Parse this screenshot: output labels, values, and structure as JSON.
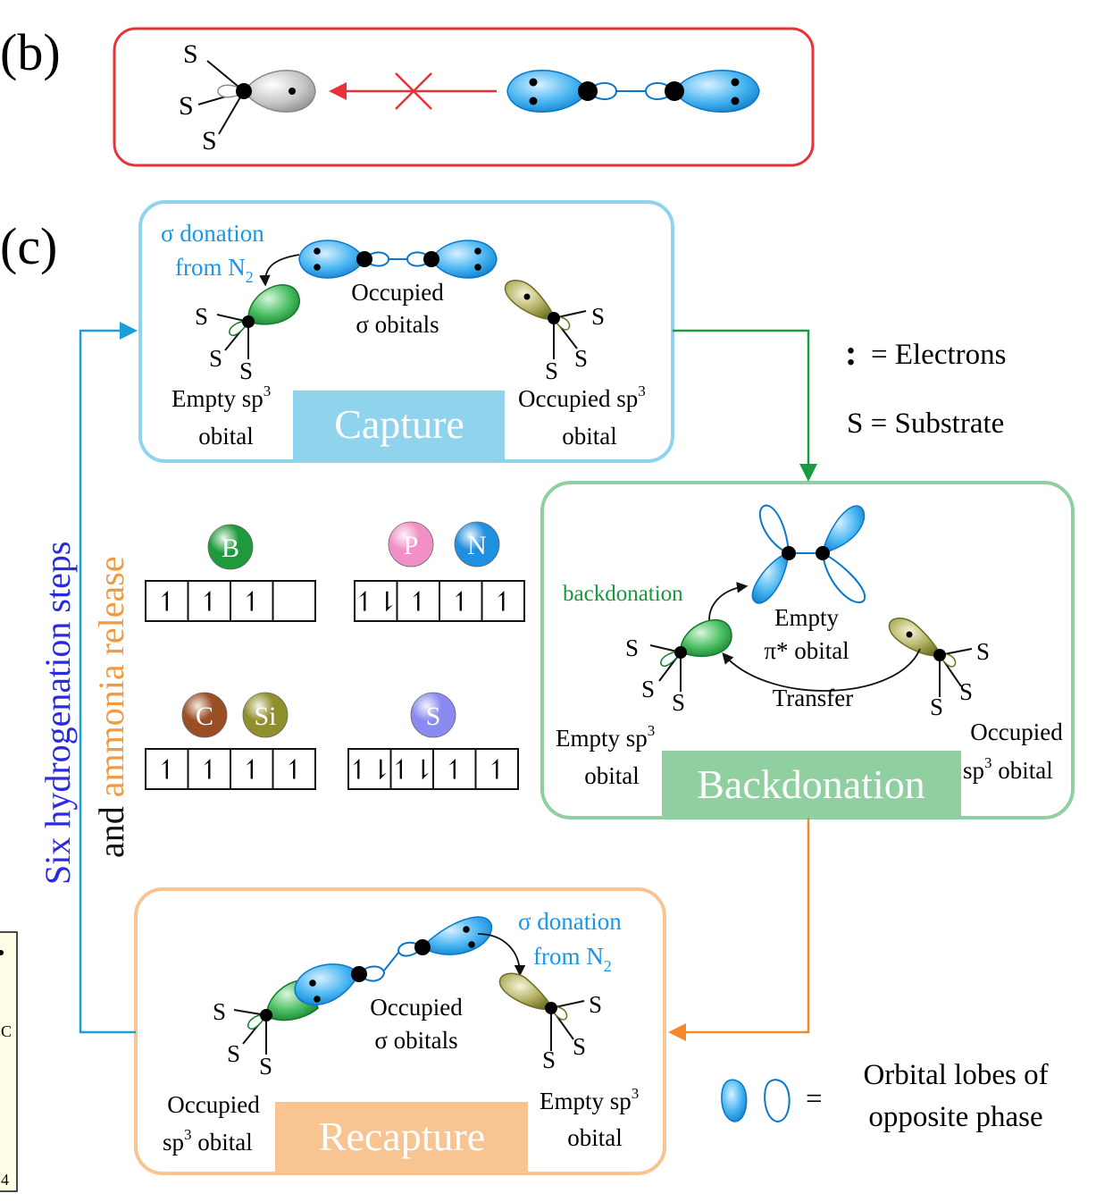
{
  "panels": {
    "b": "(b)",
    "c": "(c)"
  },
  "substrate_symbol": "S",
  "legend": {
    "electrons_symbol": ":",
    "electrons": "= Electrons",
    "substrate": "S = Substrate",
    "lobes_eq": "=",
    "lobes_line1": "Orbital lobes of",
    "lobes_line2": "opposite phase"
  },
  "side": {
    "part1": "Six hydrogenation steps",
    "part2": "and ",
    "part3": "ammonia release"
  },
  "capture": {
    "title": "Capture",
    "donation1": "σ donation",
    "donation2": "from N",
    "donation_sub": "2",
    "occ1": "Occupied",
    "occ2": "σ obitals",
    "empty1": "Empty sp",
    "empty_sup": "3",
    "empty2": "obital",
    "occsp1": "Occupied sp",
    "occsp_sup": "3",
    "occsp2": "obital"
  },
  "backdonation": {
    "title": "Backdonation",
    "label": "backdonation",
    "empty1": "Empty",
    "empty2": "π* obital",
    "transfer": "Transfer",
    "emptysp1": "Empty sp",
    "emptysp_sup": "3",
    "emptysp2": "obital",
    "occ1": "Occupied",
    "occ2": "sp",
    "occ2_sup": "3",
    "occ2b": " obital"
  },
  "recapture": {
    "title": "Recapture",
    "donation1": "σ donation",
    "donation2": "from N",
    "donation_sub": "2",
    "occ1": "Occupied",
    "occ2": "σ obitals",
    "occsp1": "Occupied",
    "occsp2": "sp",
    "occsp_sup": "3",
    "occsp2b": " obital",
    "empty1": "Empty sp",
    "empty_sup": "3",
    "empty2": "obital"
  },
  "elements": [
    {
      "symbol": "B",
      "color": "#1e9a3c"
    },
    {
      "symbol": "P",
      "color": "#f28fc6"
    },
    {
      "symbol": "N",
      "color": "#1f8fe0"
    },
    {
      "symbol": "C",
      "color": "#9a4e23"
    },
    {
      "symbol": "Si",
      "color": "#8f8f2c"
    },
    {
      "symbol": "S",
      "color": "#8a8af0"
    }
  ],
  "config_boxes": {
    "B": [
      "↿",
      "↿",
      "↿",
      ""
    ],
    "PN": [
      "↿⇂",
      "↿",
      "↿",
      "↿"
    ],
    "CSi": [
      "↿",
      "↿",
      "↿",
      "↿"
    ],
    "S": [
      "↿⇂",
      "↿⇂",
      "↿",
      "↿"
    ]
  },
  "edge_fragment": {
    "c": "C",
    "n": "4"
  },
  "colors": {
    "red_box": "#e8323a",
    "capture": "#8fd3ec",
    "backdonation": "#8fcfa0",
    "recapture": "#f8c592",
    "blue_text": "#1a96e6",
    "green_text": "#159a3a",
    "orange_text": "#f39a3f",
    "side_blue": "#2a2ae0",
    "orbital_blue": "#1a9be8",
    "orbital_green": "#1e9a3c",
    "orbital_olive": "#8f8f2c",
    "orbital_grey": "#9a9a9a"
  }
}
